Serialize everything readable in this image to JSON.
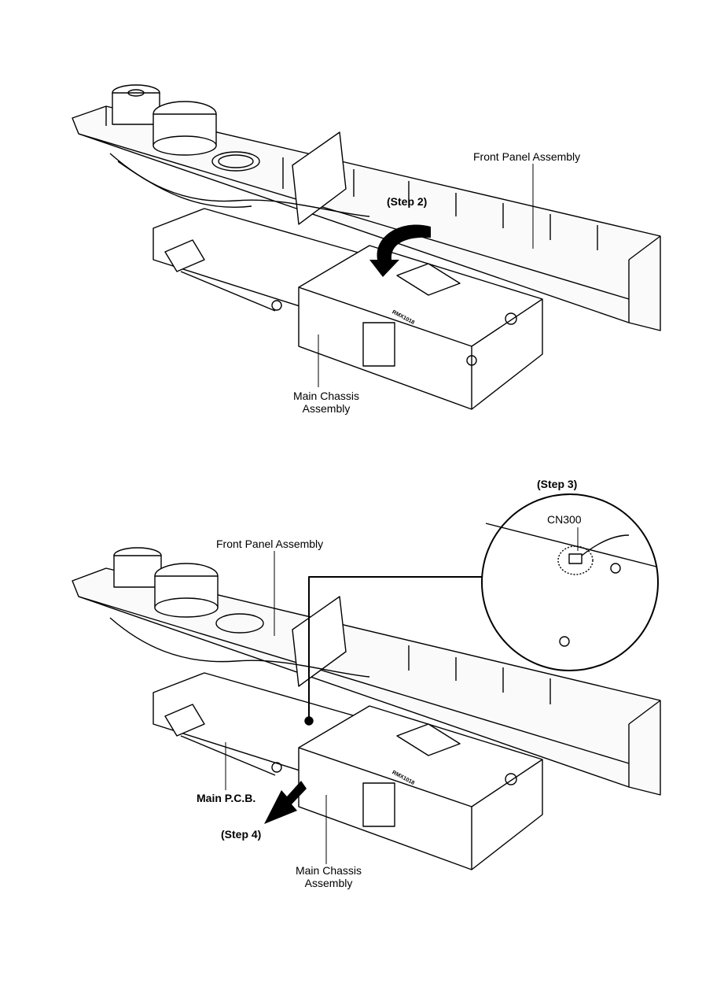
{
  "figure1": {
    "front_panel_label": "Front Panel Assembly",
    "step2_label": "(Step 2)",
    "main_chassis_label_line1": "Main Chassis",
    "main_chassis_label_line2": "Assembly",
    "board_marking": "RMX1018"
  },
  "figure2": {
    "front_panel_label": "Front Panel Assembly",
    "step3_label": "(Step 3)",
    "connector_label": "CN300",
    "main_pcb_label": "Main P.C.B.",
    "step4_label": "(Step 4)",
    "main_chassis_label_line1": "Main Chassis",
    "main_chassis_label_line2": "Assembly",
    "board_marking": "RMX1018"
  }
}
